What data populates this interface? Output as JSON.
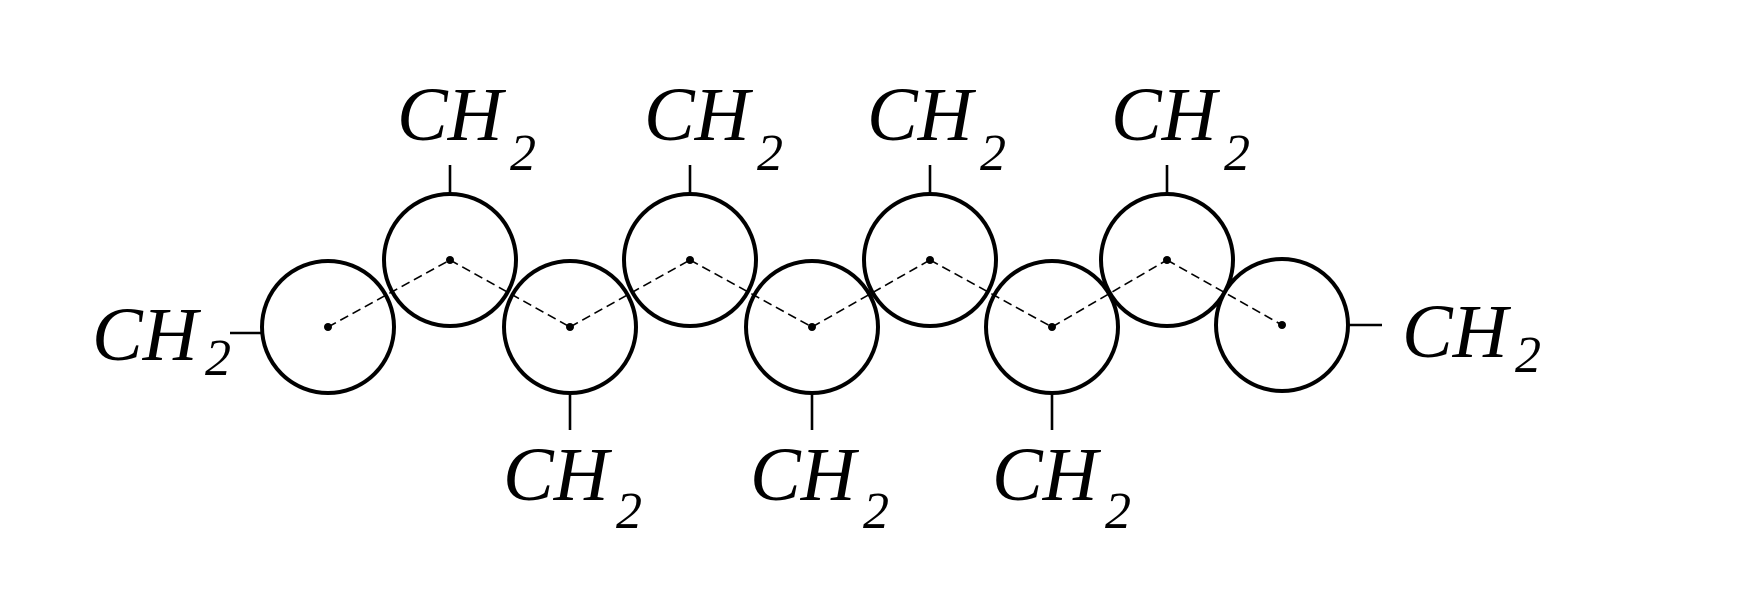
{
  "label_main": "CH",
  "label_sub": "2",
  "groups": [
    {
      "label_main": "CH",
      "label_sub": "2"
    },
    {
      "label_main": "CH",
      "label_sub": "2"
    },
    {
      "label_main": "CH",
      "label_sub": "2"
    },
    {
      "label_main": "CH",
      "label_sub": "2"
    },
    {
      "label_main": "CH",
      "label_sub": "2"
    },
    {
      "label_main": "CH",
      "label_sub": "2"
    },
    {
      "label_main": "CH",
      "label_sub": "2"
    },
    {
      "label_main": "CH",
      "label_sub": "2"
    },
    {
      "label_main": "CH",
      "label_sub": "2"
    },
    {
      "label_main": "CH",
      "label_sub": "2"
    }
  ],
  "colors": {
    "stroke": "#000000",
    "background": "#ffffff"
  }
}
